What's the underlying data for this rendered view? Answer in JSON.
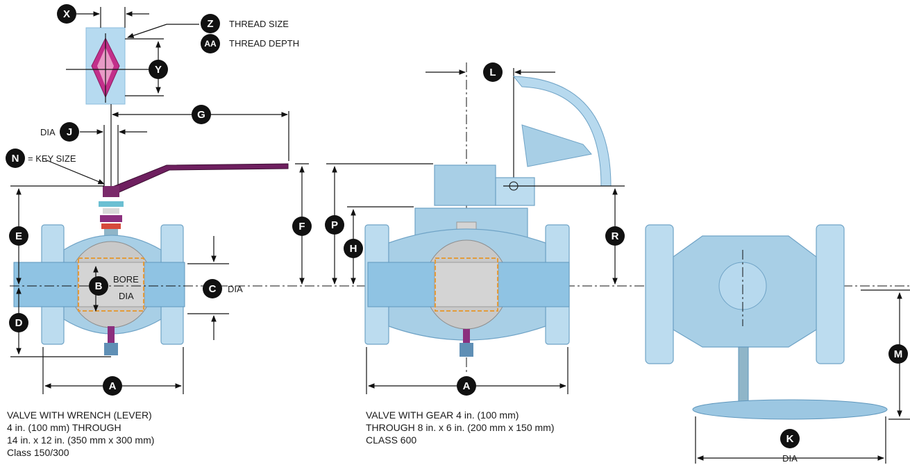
{
  "labels": {
    "x": "X",
    "z": "Z",
    "aa": "AA",
    "y": "Y",
    "g": "G",
    "j": "J",
    "n": "N",
    "e": "E",
    "f": "F",
    "b": "B",
    "c": "C",
    "d": "D",
    "a1": "A",
    "l": "L",
    "p": "P",
    "h": "H",
    "r": "R",
    "a2": "A",
    "m": "M",
    "k": "K"
  },
  "notes": {
    "thread_size": "THREAD SIZE",
    "thread_depth": "THREAD DEPTH",
    "dia_j": "DIA",
    "key_size": "= KEY SIZE",
    "bore": "BORE",
    "bore_dia": "DIA",
    "dia_c": "DIA",
    "dia_k": "DIA"
  },
  "captions": {
    "wrench": [
      "VALVE WITH WRENCH (LEVER)",
      "4 in. (100 mm) THROUGH",
      "14 in. x 12 in. (350 mm x 300 mm)",
      "Class 150/300"
    ],
    "gear": [
      "VALVE WITH GEAR 4 in. (100 mm)",
      "THROUGH 8 in. x 6 in. (200 mm x 150 mm)",
      "CLASS 600"
    ]
  }
}
